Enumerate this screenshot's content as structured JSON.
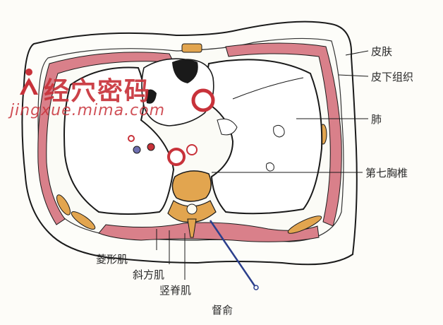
{
  "watermark": {
    "title": "经穴密码",
    "url": "jingxue.mima.com"
  },
  "labels": {
    "skin": "皮肤",
    "subcutaneous": "皮下组织",
    "lung": "肺",
    "thoracic_vertebra": "第七胸椎",
    "rhomboid": "菱形肌",
    "trapezius": "斜方肌",
    "erector_spinae": "竖脊肌",
    "acupoint": "督俞"
  },
  "colors": {
    "muscle": "#d9808a",
    "bone": "#e2a54f",
    "vessel": "#c8323a",
    "outline": "#1a1a1a",
    "needle": "#2b3f8c",
    "watermark": "#c8323a"
  }
}
